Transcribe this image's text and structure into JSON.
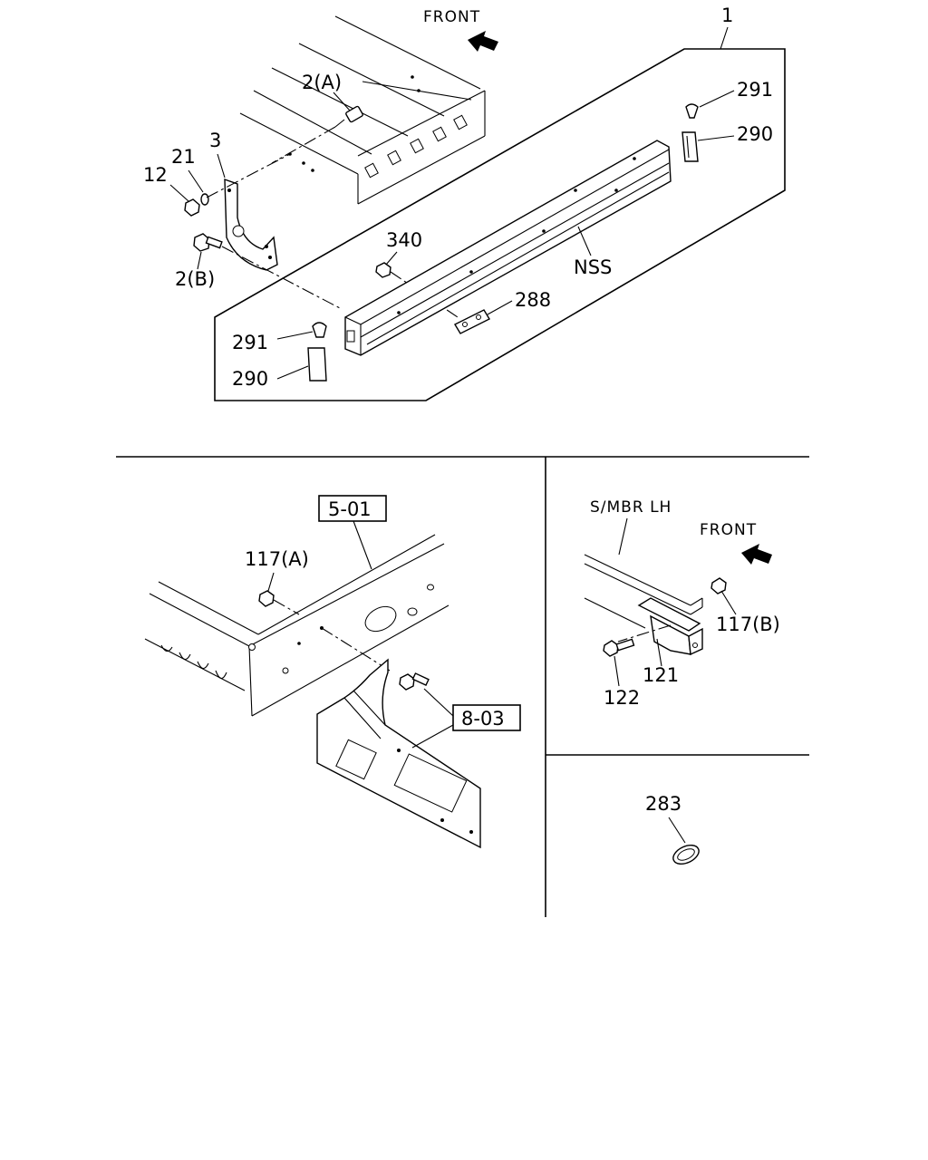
{
  "top_panel": {
    "front_label": "FRONT",
    "assembly_number": "1",
    "labels": {
      "bolt_2a": "2(A)",
      "bracket_3": "3",
      "washer_21": "21",
      "nut_12": "12",
      "bolt_2b": "2(B)",
      "nut_340": "340",
      "nss": "NSS",
      "plate_288": "288",
      "cap_291_right": "291",
      "block_290_right": "290",
      "cap_291_left": "291",
      "block_290_left": "290"
    }
  },
  "bottom_left_panel": {
    "ref_5_01": "5-01",
    "nut_117a": "117(A)",
    "ref_8_03": "8-03"
  },
  "bottom_right_panel": {
    "member_label": "S/MBR LH",
    "front_label": "FRONT",
    "nut_117b": "117(B)",
    "bracket_121": "121",
    "bolt_122": "122"
  },
  "bottom_right_lower_panel": {
    "grommet_283": "283"
  }
}
